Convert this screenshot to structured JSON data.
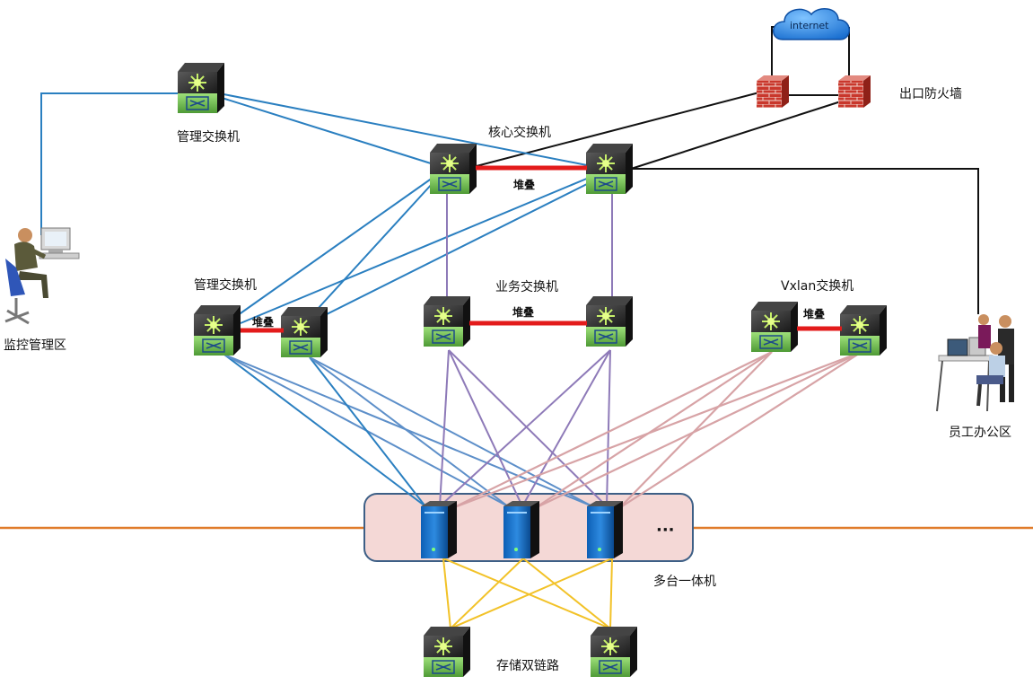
{
  "labels": {
    "mgmt_switch_top": "管理交换机",
    "core_switch": "核心交换机",
    "firewall": "出口防火墙",
    "internet": "internet",
    "monitor_area": "监控管理区",
    "mgmt_switch_mid": "管理交换机",
    "business_switch": "业务交换机",
    "vxlan_switch": "Vxlan交换机",
    "staff_area": "员工办公区",
    "all_in_one": "多台一体机",
    "storage_links": "存储双链路",
    "ellipsis": "···"
  },
  "stack_labels": {
    "core": "堆叠",
    "mgmt": "堆叠",
    "business": "堆叠",
    "vxlan": "堆叠"
  },
  "colors": {
    "mgmt_link": "#2a7fc0",
    "mgmt_link_light": "#5d8fc9",
    "business_link": "#8e7ab8",
    "vxlan_link": "#d7a3a6",
    "storage_link": "#f2c228",
    "internet_link": "#111111",
    "stack_link": "#e31b1b",
    "backbone": "#e07b2a",
    "server_group_fill": "#f4d8d6",
    "server_group_stroke": "#3d5f86"
  }
}
